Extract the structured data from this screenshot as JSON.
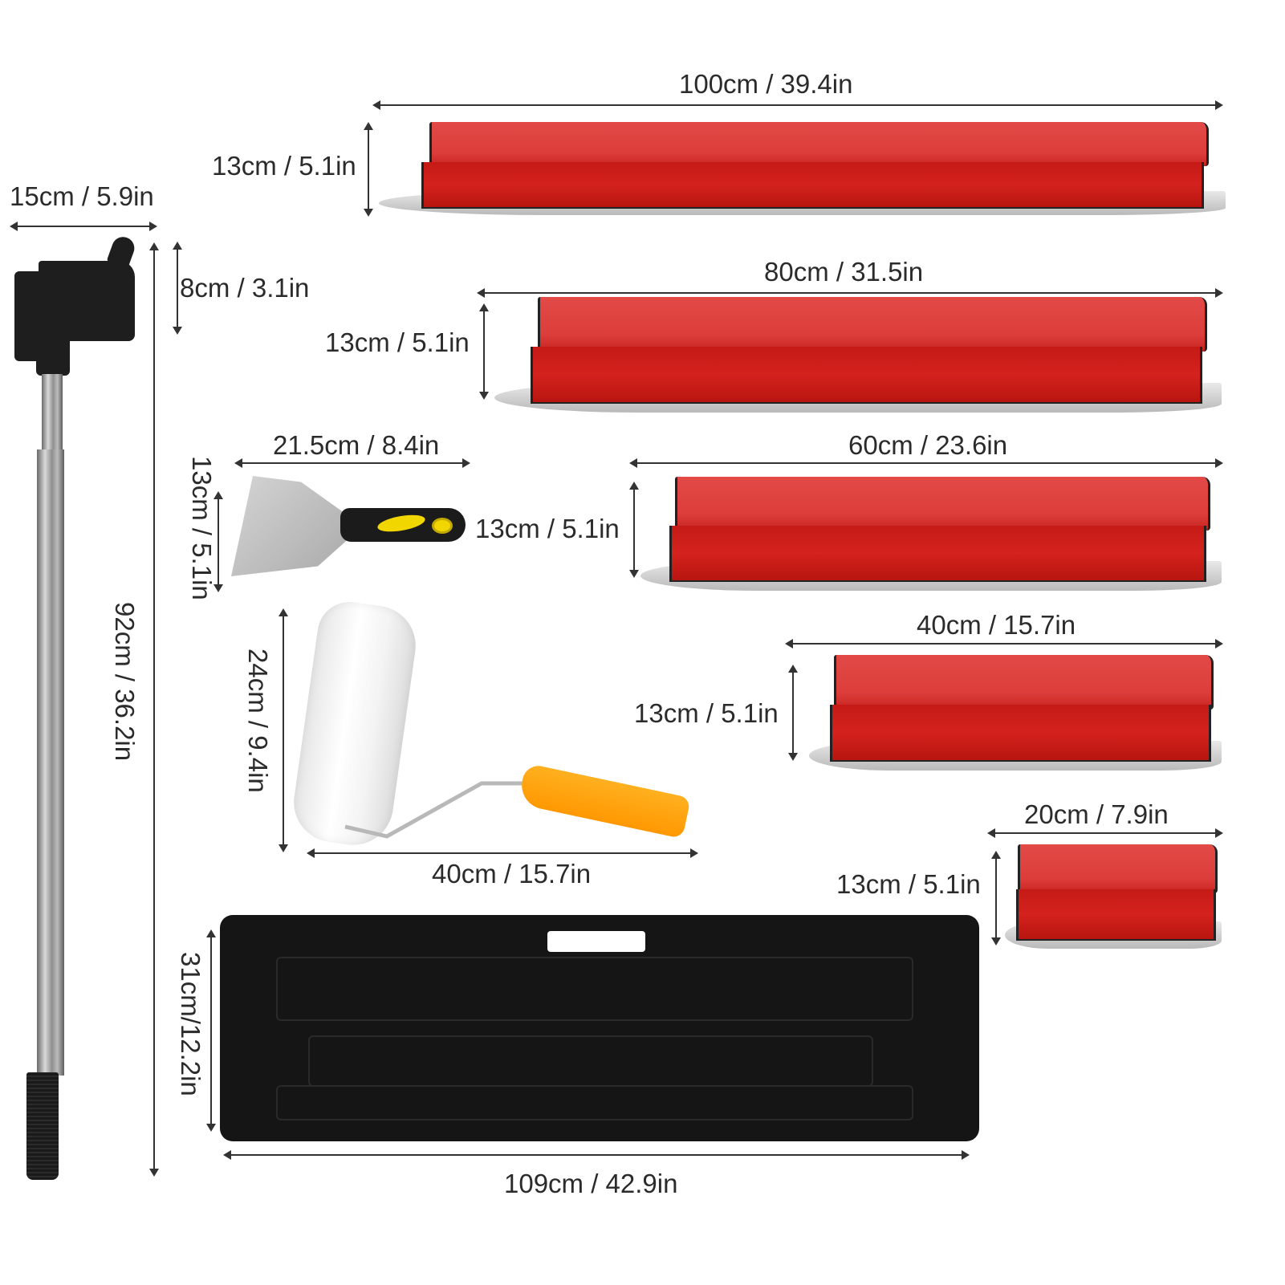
{
  "products": {
    "pole": {
      "head_width": "15cm / 5.9in",
      "head_height": "8cm / 3.1in",
      "length": "92cm / 36.2in"
    },
    "blades": [
      {
        "width": "100cm / 39.4in",
        "height": "13cm / 5.1in"
      },
      {
        "width": "80cm / 31.5in",
        "height": "13cm / 5.1in"
      },
      {
        "width": "60cm / 23.6in",
        "height": "13cm / 5.1in"
      },
      {
        "width": "40cm / 15.7in",
        "height": "13cm / 5.1in"
      },
      {
        "width": "20cm / 7.9in",
        "height": "13cm / 5.1in"
      }
    ],
    "scraper": {
      "width": "21.5cm / 8.4in",
      "height": "13cm / 5.1in"
    },
    "roller": {
      "height": "24cm / 9.4in",
      "width": "40cm / 15.7in"
    },
    "case": {
      "height": "31cm/12.2in",
      "width": "109cm / 42.9in"
    }
  },
  "colors": {
    "blade_red": "#d42a26",
    "steel": "#c4c4c4",
    "scraper_yellow": "#f2d600",
    "roller_handle_orange": "#ff9f1a",
    "case_black": "#151515",
    "dimension_line": "#333333"
  }
}
